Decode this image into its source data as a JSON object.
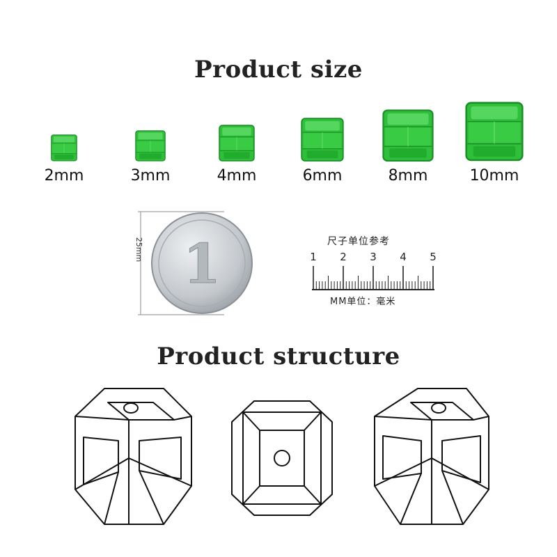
{
  "headings": {
    "product_size": "Product size",
    "product_structure": "Product structure"
  },
  "sizes": [
    "2mm",
    "3mm",
    "4mm",
    "6mm",
    "8mm",
    "10mm"
  ],
  "colors": {
    "bead_green": "#2fbf3a",
    "bead_dark": "#1a8f25",
    "coin_silver": "#c9ccd0",
    "line": "#111111"
  },
  "coin": {
    "dimension": "25mm"
  },
  "ruler": {
    "title": "尺子单位参考",
    "numbers": [
      "1",
      "2",
      "3",
      "4",
      "5"
    ],
    "unit": "MM单位：毫米"
  },
  "icons": [
    "green-cube-bead-icon",
    "coin-icon",
    "ruler-icon",
    "cube-diagram-icon"
  ]
}
